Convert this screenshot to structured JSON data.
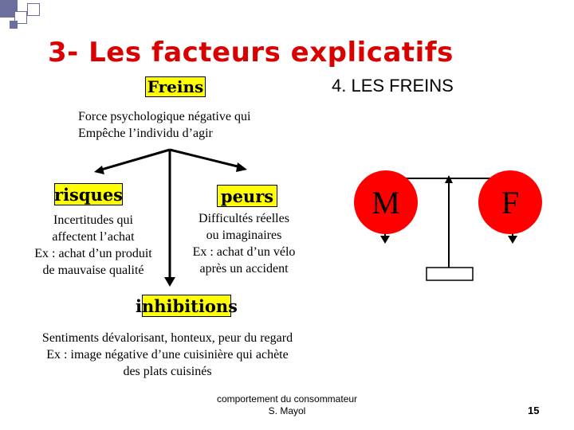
{
  "title": "3- Les facteurs explicatifs",
  "section_badge": "Freins",
  "section_heading": "4. LES FREINS",
  "definition": [
    "Force psychologique négative qui",
    "Empêche l’individu d’agir"
  ],
  "risques": {
    "label": "risques",
    "lines": [
      "Incertitudes qui",
      "affectent l’achat",
      "Ex : achat d’un produit",
      "de mauvaise qualité"
    ]
  },
  "peurs": {
    "label": "peurs",
    "lines": [
      "Difficultés réelles",
      "ou imaginaires",
      "Ex : achat d’un vélo",
      "après un accident"
    ]
  },
  "inhibitions": {
    "label": "inhibitions",
    "lines": [
      "Sentiments dévalorisant, honteux, peur du regard",
      "Ex : image négative d’une cuisinière qui achète",
      "des plats cuisinés"
    ]
  },
  "balance": {
    "left_letter": "M",
    "right_letter": "F",
    "circle_color": "#ff0000"
  },
  "footer": [
    "comportement du consommateur",
    "S. Mayol"
  ],
  "page_number": "15",
  "colors": {
    "title": "#d90000",
    "badge": "#ffff00",
    "squares": "#6b6f9e"
  }
}
